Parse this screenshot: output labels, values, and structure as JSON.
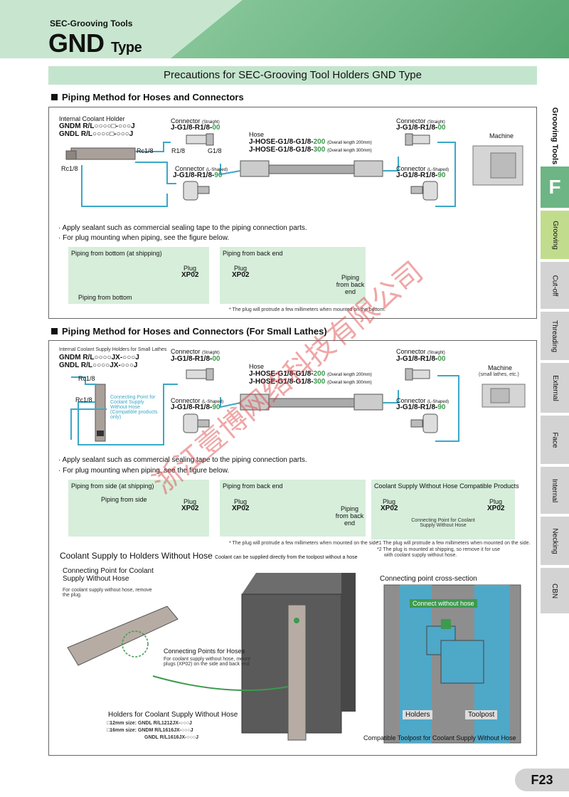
{
  "header": {
    "brand": "SEC-Grooving Tools",
    "model": "GND",
    "model_suffix": "Type"
  },
  "title_bar": "Precautions for SEC-Grooving Tool Holders GND Type",
  "section1": {
    "heading": "Piping Method for Hoses and Connectors",
    "holder_label": "Internal Coolant Holder",
    "holder_code1": "GNDM R/L○○○○□-○○○J",
    "holder_code2": "GNDL R/L○○○○□-○○○J",
    "rc_upper": "Rc1/8",
    "rc_lower": "Rc1/8",
    "conn_straight_left": "Connector",
    "conn_straight_left_small": "(Straight)",
    "conn_straight_left_code": "J-G1/8-R1/8-",
    "conn_straight_left_num": "00",
    "conn_l_left": "Connector",
    "conn_l_left_small": "(L-Shaped)",
    "conn_l_left_code": "J-G1/8-R1/8-",
    "conn_l_left_num": "90",
    "hose": "Hose",
    "hose1_code": "J-HOSE-G1/8-G1/8-",
    "hose1_num": "200",
    "hose1_note": "(Overall length 200mm)",
    "hose2_code": "J-HOSE-G1/8-G1/8-",
    "hose2_num": "300",
    "hose2_note": "(Overall length 300mm)",
    "conn_straight_right": "Connector",
    "conn_straight_right_small": "(Straight)",
    "conn_straight_right_code": "J-G1/8-R1/8-",
    "conn_straight_right_num": "00",
    "conn_l_right": "Connector",
    "conn_l_right_small": "(L-Shaped)",
    "conn_l_right_code": "J-G1/8-R1/8-",
    "conn_l_right_num": "90",
    "machine": "Machine",
    "r18": "R1/8",
    "g18": "G1/8",
    "note1": "· Apply sealant such as commercial sealing tape to the piping connection parts.",
    "note2": "· For plug mounting when piping, see the figure below.",
    "sub1_title": "Piping from bottom (at shipping)",
    "sub1_caption": "Piping from bottom",
    "sub2_title": "Piping from back end",
    "sub2_caption": "Piping from back end",
    "plug": "Plug",
    "plug_code": "XP02",
    "footnote": "* The plug will protrude a few millimeters when mounted on the bottom."
  },
  "section2": {
    "heading": "Piping Method for Hoses and Connectors (For Small Lathes)",
    "holder_label": "Internal Coolant Supply Holders for Small Lathes",
    "holder_code1": "GNDM R/L○○○○JX-○○○J",
    "holder_code2": "GNDL R/L○○○○JX-○○○J",
    "connecting_point": "Connecting Point for Coolant Supply Without Hose (Compatible products only)",
    "machine": "Machine",
    "machine_small": "(small lathes, etc.)",
    "sub1_title": "Piping from side (at shipping)",
    "sub1_caption": "Piping from side",
    "sub2_title": "Piping from back end",
    "sub2_caption": "Piping from back end",
    "sub3_title": "Coolant Supply Without Hose Compatible Products",
    "sub3_caption": "Connecting Point for Coolant Supply Without Hose",
    "footnote_a": "* The plug will protrude a few millimeters when mounted on the side.",
    "footnote_b1": "*1 The plug will protrude a few millimeters when mounted on the side.",
    "footnote_b2": "*2 The plug is mounted at shipping, so remove it for use",
    "footnote_b3": "with coolant supply without hose."
  },
  "coolant": {
    "heading": "Coolant Supply to Holders Without Hose",
    "heading_note": "Coolant can be supplied directly from the toolpost without a hose",
    "cp_title": "Connecting Point for Coolant Supply Without Hose",
    "cp_desc": "For coolant supply without hose, remove the plug.",
    "cps_title": "Connecting Points for Hoses",
    "cps_desc": "For coolant supply without hose, mount plugs (XP02) on the side and back end",
    "holders_title": "Holders for Coolant Supply Without Hose",
    "size12": "□12mm size: GNDL  R/L1212JX-○○○J",
    "size16a": "□16mm size: GNDM R/L1616JX-○○○J",
    "size16b": "GNDL  R/L1616JX-○○○J",
    "cross_section": "Connecting point cross-section",
    "connect_label": "Connect without hose",
    "holders": "Holders",
    "toolpost": "Toolpost",
    "compatible": "Compatible Toolpost for Coolant Supply Without Hose"
  },
  "side_tabs": [
    "Grooving Tools",
    "F",
    "Grooving",
    "Cut-off",
    "Threading",
    "External",
    "Face",
    "Internal",
    "Necking",
    "CBN"
  ],
  "page_number": "F23",
  "watermark": "浙江壹博网络科技有限公司",
  "colors": {
    "accent_green": "#3d9a4e",
    "header_green": "#6db584",
    "panel_green": "#d7eedb",
    "pipe_blue": "#3aa8c8"
  }
}
